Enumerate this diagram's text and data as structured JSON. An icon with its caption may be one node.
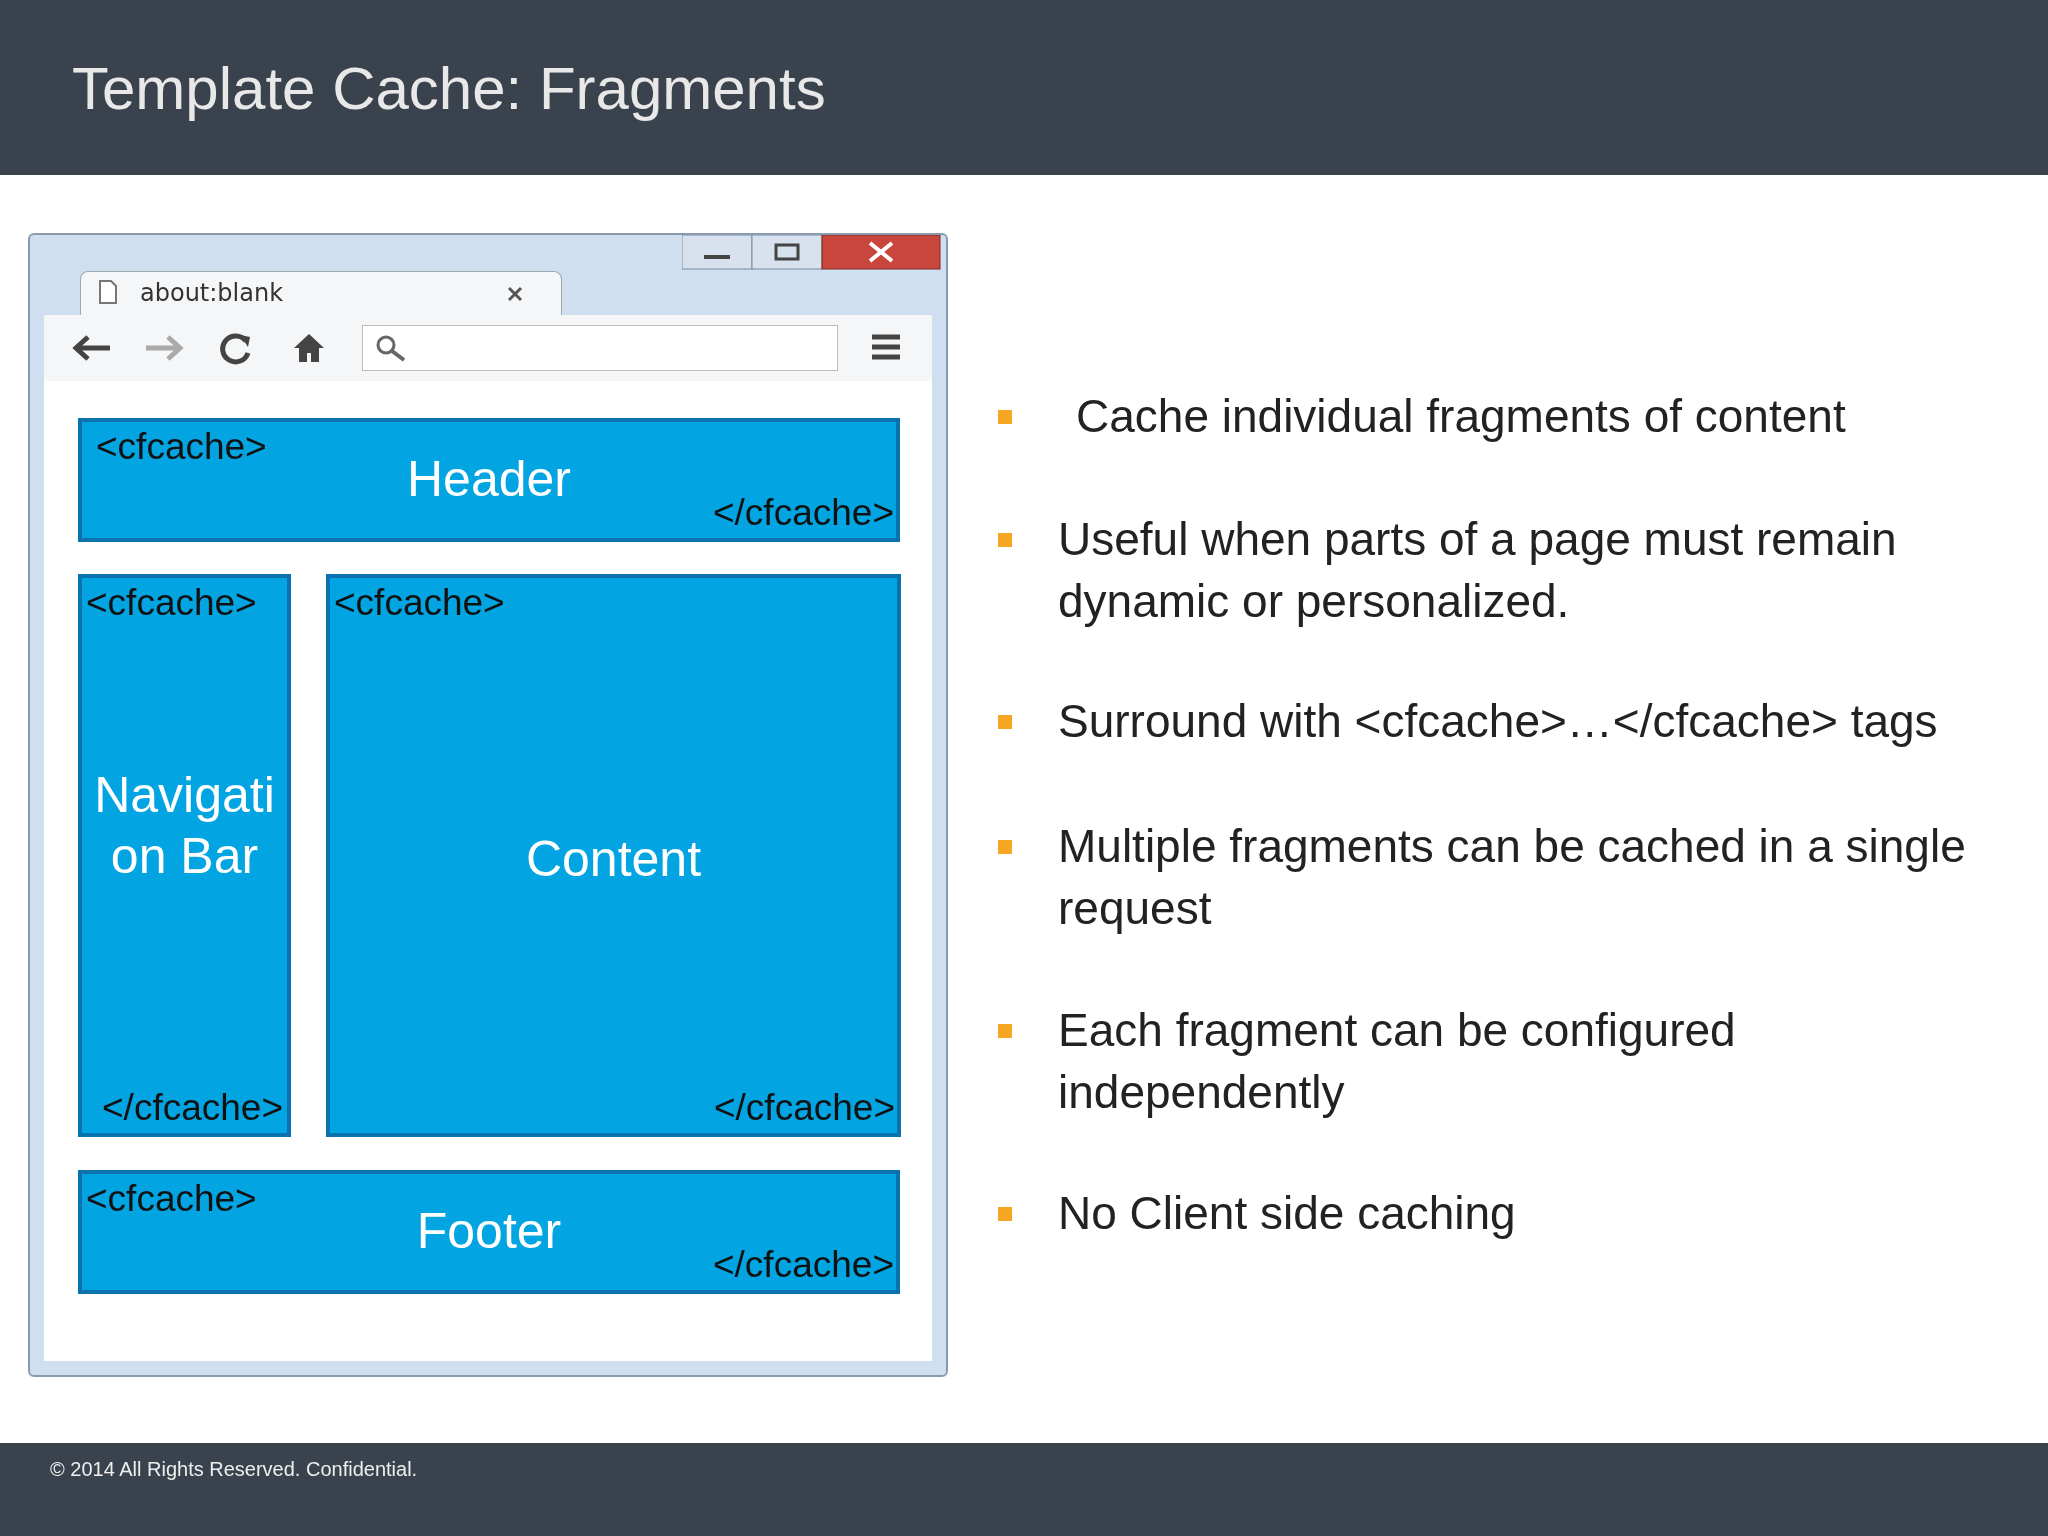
{
  "diagram": {
    "title": "Template Cache: Fragments",
    "nodes": [
      {
        "text": [
          "about:blank"
        ]
      },
      {
        "text": [
          "<cfcache>",
          "Header",
          "</cfcache>"
        ],
        "in": 0
      },
      {
        "text": [
          "<cfcache>",
          "Navigation Bar",
          "</cfcache>"
        ],
        "in": 0
      },
      {
        "text": [
          "<cfcache>",
          "Content",
          "</cfcache>"
        ],
        "in": 0
      },
      {
        "text": [
          "<cfcache>",
          "Footer",
          "</cfcache>"
        ],
        "in": 0
      }
    ],
    "edges": [],
    "labels": [
      "Cache individual fragments of content",
      "Useful when parts of a page must remain dynamic or personalized.",
      "Surround with <cfcache>…</cfcache> tags",
      "Multiple fragments can be cached in a single request",
      "Each fragment can be configured independently",
      "No Client side caching",
      "© 2014 All Rights Reserved. Confidential."
    ]
  }
}
